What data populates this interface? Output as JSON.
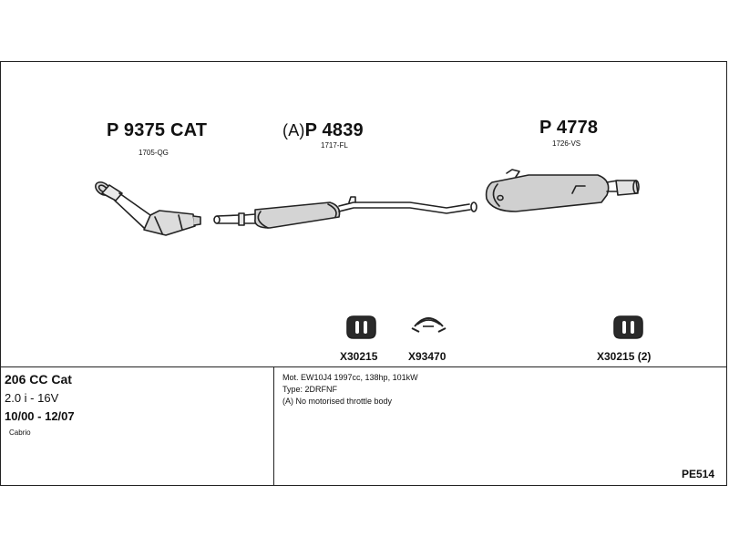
{
  "parts": [
    {
      "number": "P 9375 CAT",
      "code": "1705-QG"
    },
    {
      "number": "P 4839",
      "prefix": "(A)",
      "code": "1717-FL"
    },
    {
      "number": "P 4778",
      "code": "1726-VS"
    }
  ],
  "accessories": [
    {
      "code": "X30215",
      "icon": "rubber-mount-icon"
    },
    {
      "code": "X93470",
      "icon": "clamp-icon"
    },
    {
      "code": "X30215 (2)",
      "icon": "rubber-mount-icon"
    }
  ],
  "vehicle": {
    "model": "206 CC Cat",
    "engine": "2.0 i - 16V",
    "years": "10/00 - 12/07",
    "body": "Cabrio"
  },
  "notes": [
    "Mot. EW10J4 1997cc, 138hp, 101kW",
    "Type: 2DRFNF",
    "(A) No motorised throttle body"
  ],
  "reference": "PE514"
}
